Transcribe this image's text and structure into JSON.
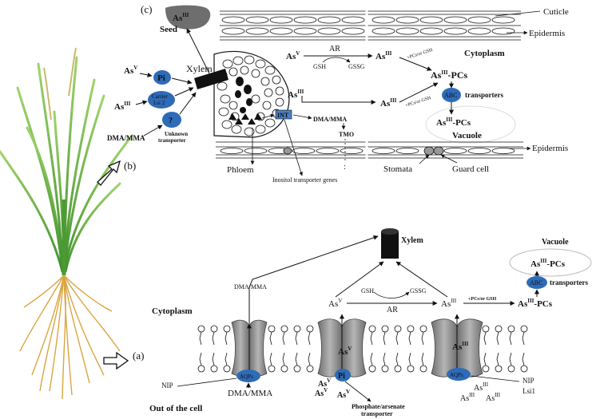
{
  "panel_labels": {
    "a": "(a)",
    "b": "(b)",
    "c": "(c)"
  },
  "top": {
    "seed_label": "Seed",
    "seed_species": "As",
    "seed_sup": "III",
    "xylem": "Xylem",
    "asv_in": "As",
    "asv_in_sup": "V",
    "pi": "Pi",
    "asiii_in": "As",
    "asiii_in_sup": "III",
    "carrier_line1": "Carrier",
    "carrier_line2": "Lsi 2",
    "dma_mma": "DMA/MMA",
    "unknown_q": "?",
    "unknown_line1": "Unknown",
    "unknown_line2": "transporter",
    "cuticle": "Cuticle",
    "epidermis_top": "Epidermis",
    "epidermis_bottom": "Epidermis",
    "cytoplasm": "Cytoplasm",
    "asv_cell": "As",
    "asv_cell_sup": "V",
    "ar": "AR",
    "gsh": "GSH",
    "gssg": "GSSG",
    "asiii_1": "As",
    "asiii_1_sup": "III",
    "pcs_gsh_1": "+PCs/or GSH",
    "aspc_1": "As",
    "aspc_1_sup": "III",
    "aspc_1_suffix": "-PCs",
    "asiii_cell2": "As",
    "asiii_cell2_sup": "III",
    "asiii_2": "As",
    "asiii_2_sup": "III",
    "pcs_gsh_2": "+PCs/or GSH",
    "abc": "ABC",
    "transporters": "transporters",
    "aspc_2": "As",
    "aspc_2_sup": "III",
    "aspc_2_suffix": "-PCs",
    "vacuole": "Vacuole",
    "int": "INT",
    "dma_mma_2": "DMA/MMA",
    "tmo": "TMO",
    "dots": ":",
    "phloem": "Phloem",
    "inositol": "Inositol transporter genes",
    "stomata": "Stomata",
    "guard_cell": "Guard cell"
  },
  "bottom": {
    "xylem": "Xylem",
    "vacuole": "Vacuole",
    "aspc_vac": "As",
    "aspc_vac_sup": "III",
    "aspc_vac_suffix": "-PCs",
    "abc": "ABC",
    "transporters": "transporters",
    "dma_mma_up": "DMA/MMA",
    "gsh": "GSH",
    "gssg": "GSSG",
    "asv": "As",
    "asv_sup": "V",
    "ar": "AR",
    "asiii": "As",
    "asiii_sup": "III",
    "pcs_gsh": "+PCs/or GSH",
    "aspc": "As",
    "aspc_sup": "III",
    "aspc_suffix": "-PCs",
    "cytoplasm": "Cytoplasm",
    "asv_mem": "As",
    "asv_mem_sup": "V",
    "asiii_mem": "As",
    "asiii_mem_sup": "III",
    "aqps_1": "AQPs",
    "aqps_2": "AQPs",
    "pi": "Pi",
    "nip_left": "NIP",
    "dma_mma_out": "DMA/MMA",
    "asv_o1": "As",
    "asv_o1_sup": "V",
    "asv_o2": "As",
    "asv_o2_sup": "V",
    "asv_o3": "As",
    "asv_o3_sup": "V",
    "phosphate_line1": "Phosphate/arsenate",
    "phosphate_line2": "transporter",
    "nip_right": "NIP",
    "lsi1": "Lsi1",
    "asiii_o1": "As",
    "asiii_o1_sup": "III",
    "asiii_o2": "As",
    "asiii_o2_sup": "III",
    "asiii_o3": "As",
    "asiii_o3_sup": "III",
    "out_of_cell": "Out of the cell"
  },
  "colors": {
    "blue_oval": "#2e6bb8",
    "int_box": "#4a7fc4",
    "channel_fill": "#8c8c8c",
    "plant_green": "#5aa83a",
    "root_gold": "#d9a542",
    "seed_gray": "#6e6e6e"
  }
}
